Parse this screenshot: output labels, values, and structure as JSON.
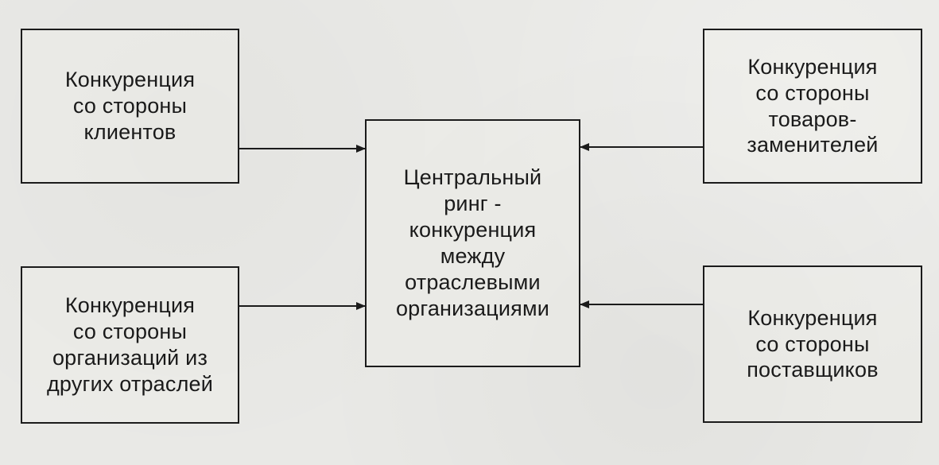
{
  "diagram": {
    "center": {
      "text": "Центральный\nринг -\nконкуренция\nмежду\nотраслевыми\nорганизациями"
    },
    "top_left": {
      "text": "Конкуренция\nсо стороны\nклиентов"
    },
    "bottom_left": {
      "text": "Конкуренция\nсо стороны\nорганизаций из\nдругих отраслей"
    },
    "top_right": {
      "text": "Конкуренция\nсо стороны\nтоваров-\nзаменителей"
    },
    "bottom_right": {
      "text": "Конкуренция\nсо стороны\nпоставщиков"
    }
  },
  "colors": {
    "background": "#e9e9e6",
    "stroke": "#1b1b1b",
    "text": "#1a1a1a"
  }
}
